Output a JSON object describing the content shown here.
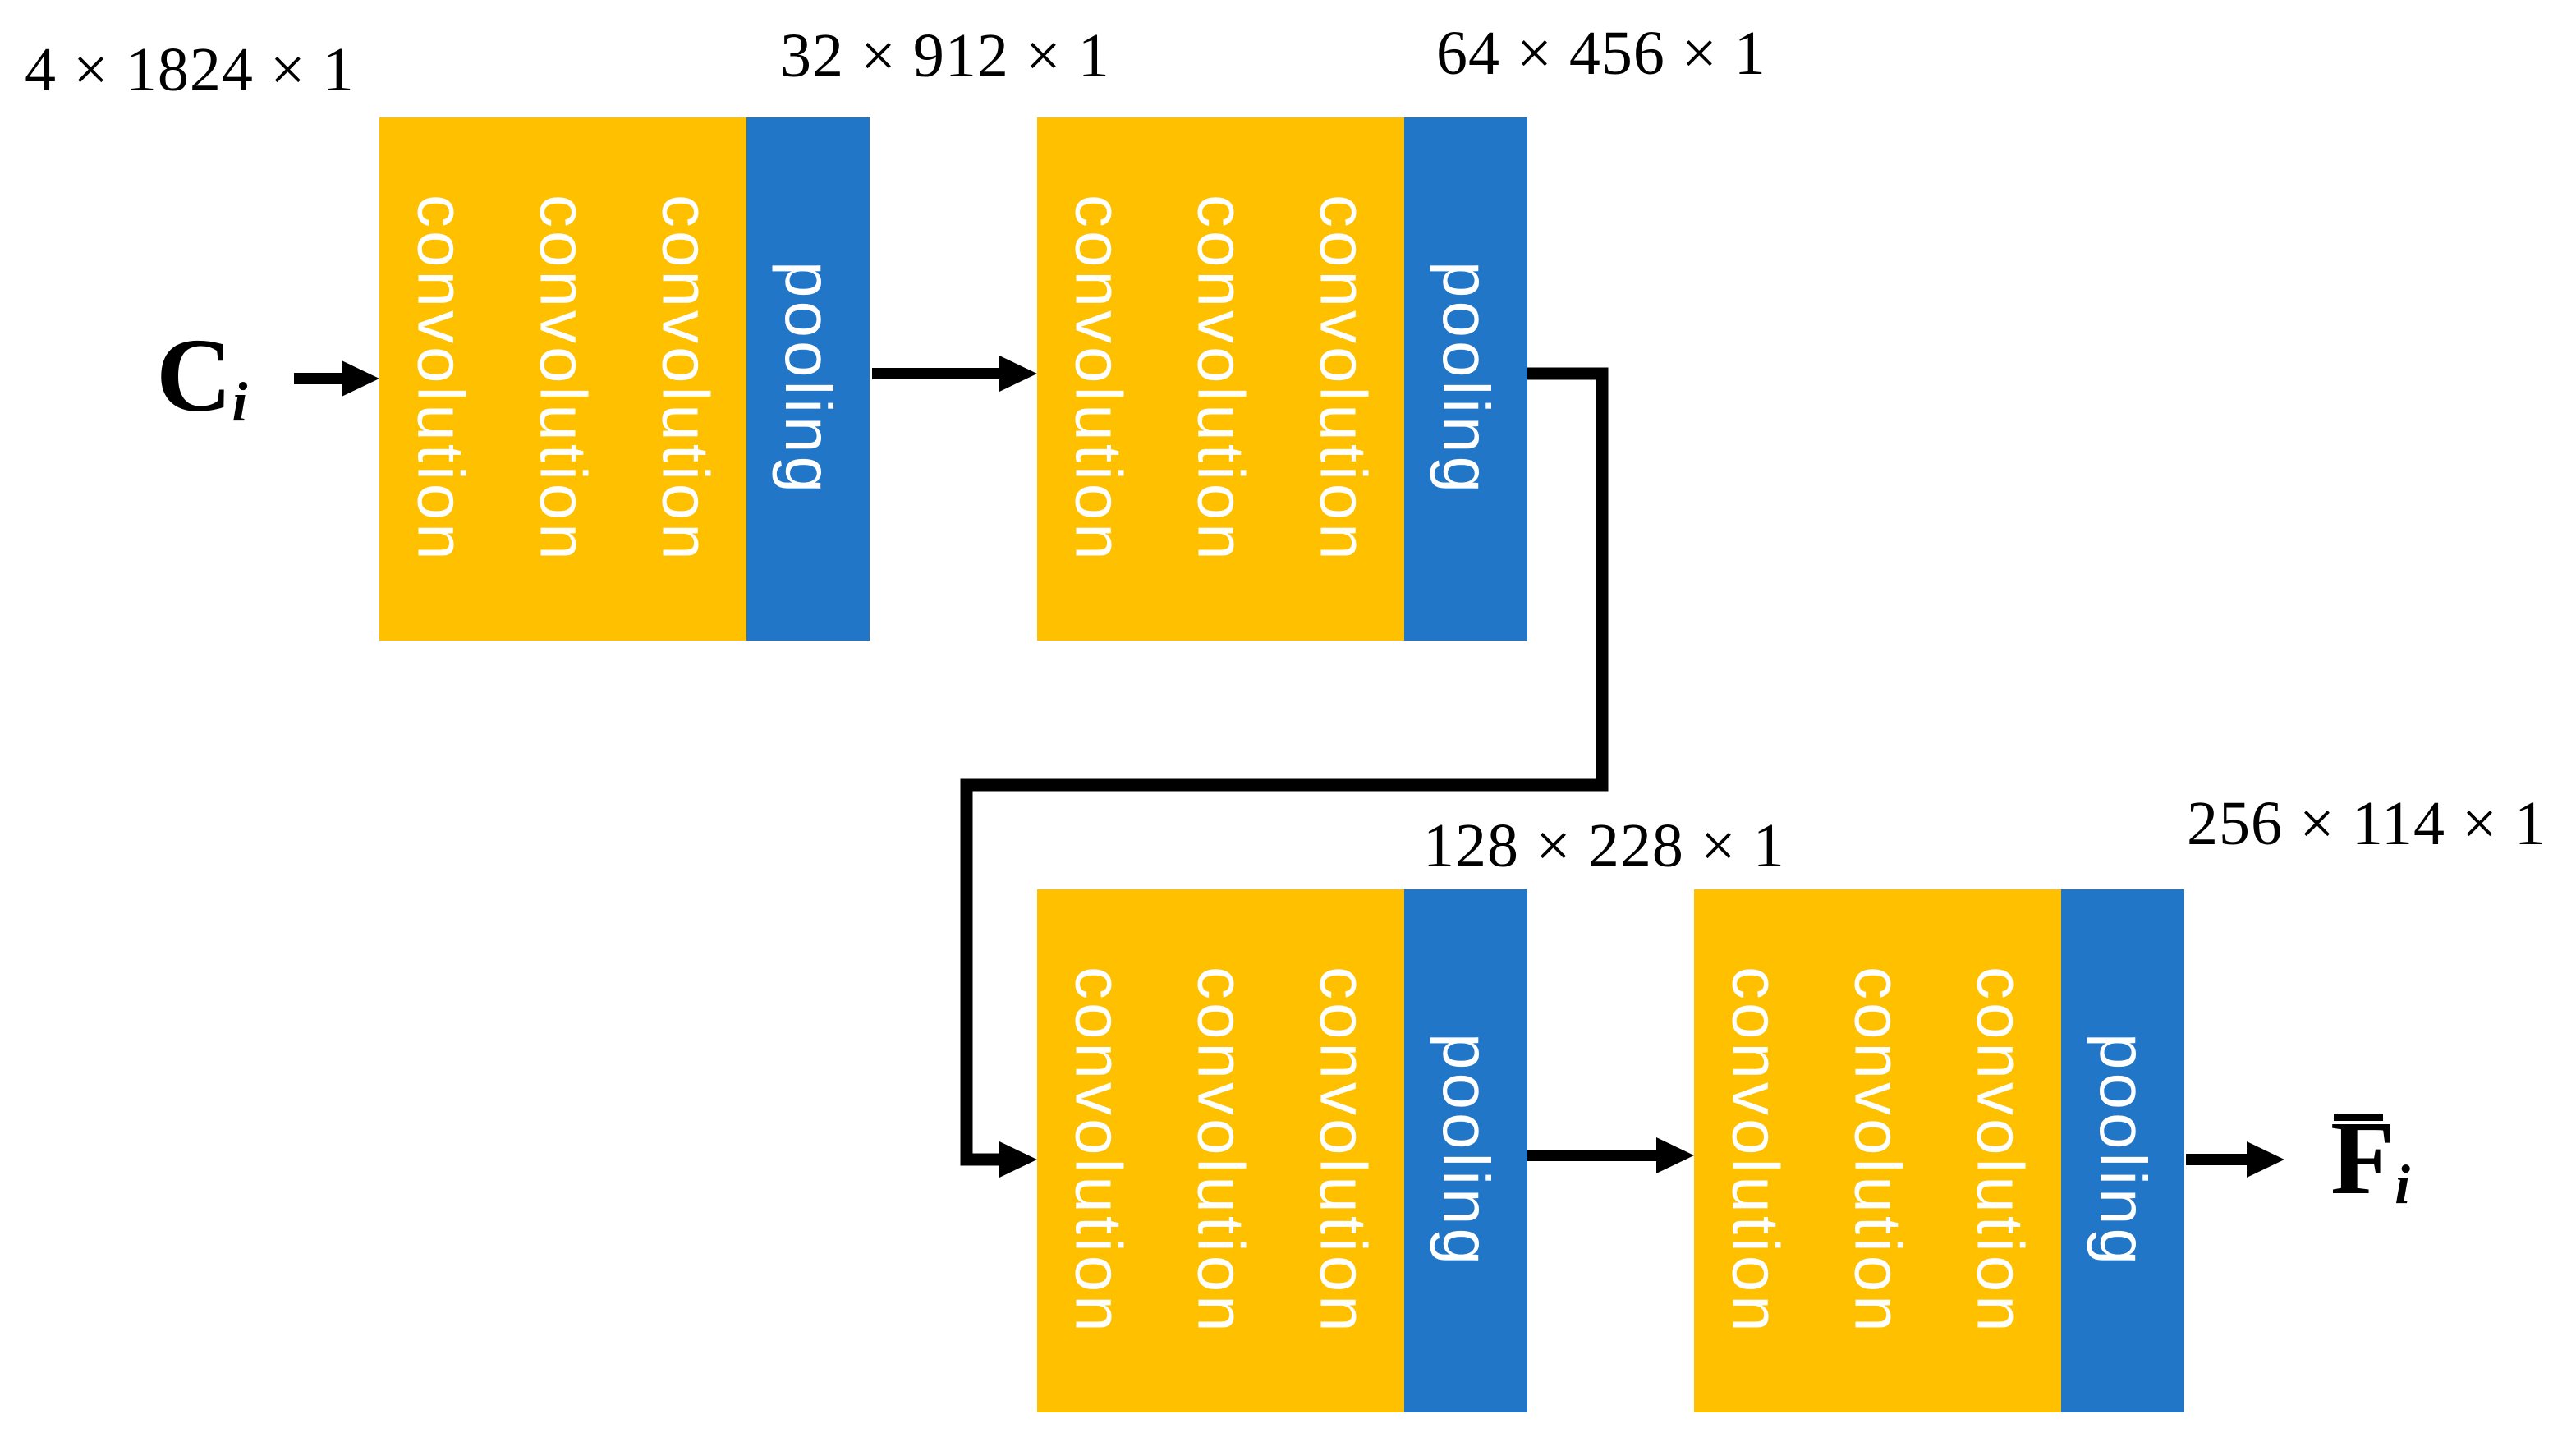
{
  "diagram": {
    "colors": {
      "convolution_block": "#FFC000",
      "pooling_block": "#2176C8",
      "connector": "#000000",
      "label_text": "#000000",
      "block_text": "#FFFFFF",
      "background": "#FFFFFF"
    },
    "input": {
      "symbol": "C",
      "subscript": "i",
      "dims": "4 × 1824 × 1"
    },
    "output": {
      "symbol": "F",
      "subscript": "i",
      "overline": true
    },
    "stages": [
      {
        "name": "stage-1",
        "conv_layers": [
          "convolution",
          "convolution",
          "convolution"
        ],
        "pooling": "pooling",
        "output_dims": "32 × 912 × 1"
      },
      {
        "name": "stage-2",
        "conv_layers": [
          "convolution",
          "convolution",
          "convolution"
        ],
        "pooling": "pooling",
        "output_dims": "64 × 456 × 1"
      },
      {
        "name": "stage-3",
        "conv_layers": [
          "convolution",
          "convolution",
          "convolution"
        ],
        "pooling": "pooling",
        "output_dims": "128 × 228 × 1"
      },
      {
        "name": "stage-4",
        "conv_layers": [
          "convolution",
          "convolution",
          "convolution"
        ],
        "pooling": "pooling",
        "output_dims": "256 × 114 × 1"
      }
    ]
  }
}
